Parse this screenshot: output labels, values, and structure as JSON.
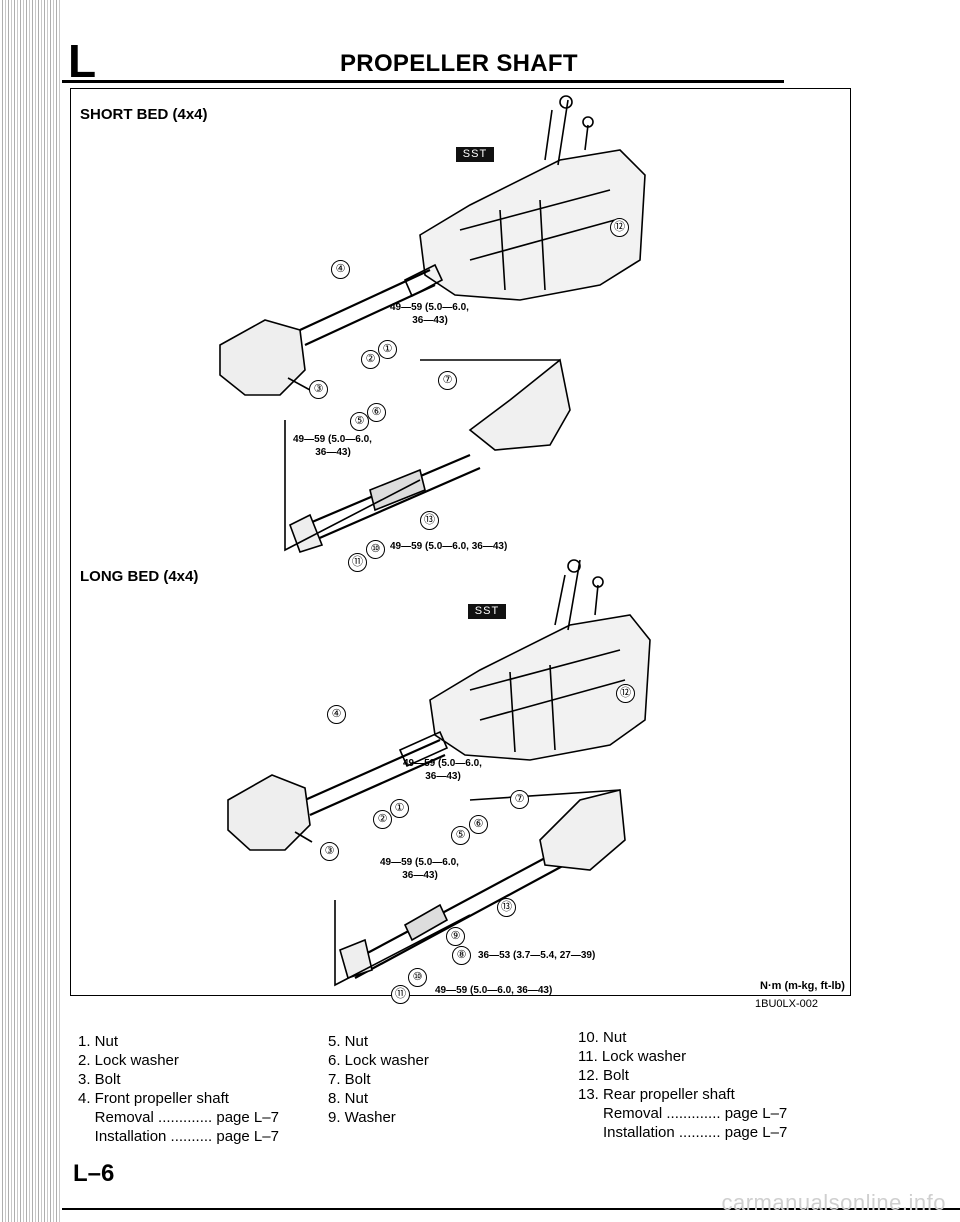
{
  "header": {
    "section": "L",
    "title": "PROPELLER SHAFT"
  },
  "figure": {
    "top_label": "SHORT BED (4x4)",
    "bottom_label": "LONG BED (4x4)",
    "sst": "SST",
    "units": "N·m (m-kg, ft-lb)",
    "code": "1BU0LX-002",
    "torque": {
      "t1": "49—59 (5.0—6.0,\n        36—43)",
      "t2": "49—59 (5.0—6.0,\n        36—43)",
      "t3": "49—59 (5.0—6.0, 36—43)",
      "t4": "49—59 (5.0—6.0,\n        36—43)",
      "t5": "49—59 (5.0—6.0,\n        36—43)",
      "t6": "36—53 (3.7—5.4, 27—39)",
      "t7": "49—59 (5.0—6.0, 36—43)"
    },
    "callouts": [
      "①",
      "②",
      "③",
      "④",
      "⑤",
      "⑥",
      "⑦",
      "⑧",
      "⑨",
      "⑩",
      "⑪",
      "⑫",
      "⑬"
    ]
  },
  "legend": {
    "col1": [
      "1. Nut",
      "2. Lock washer",
      "3. Bolt",
      "4. Front propeller shaft",
      "    Removal ............. page L–7",
      "    Installation .......... page L–7"
    ],
    "col2": [
      "5. Nut",
      "6. Lock washer",
      "7. Bolt",
      "8. Nut",
      "9. Washer"
    ],
    "col3": [
      "10. Nut",
      "11. Lock washer",
      "12. Bolt",
      "13. Rear propeller shaft",
      "      Removal ............. page L–7",
      "      Installation .......... page L–7"
    ]
  },
  "footer": {
    "page": "L–6",
    "watermark": "carmanualsonline.info"
  }
}
